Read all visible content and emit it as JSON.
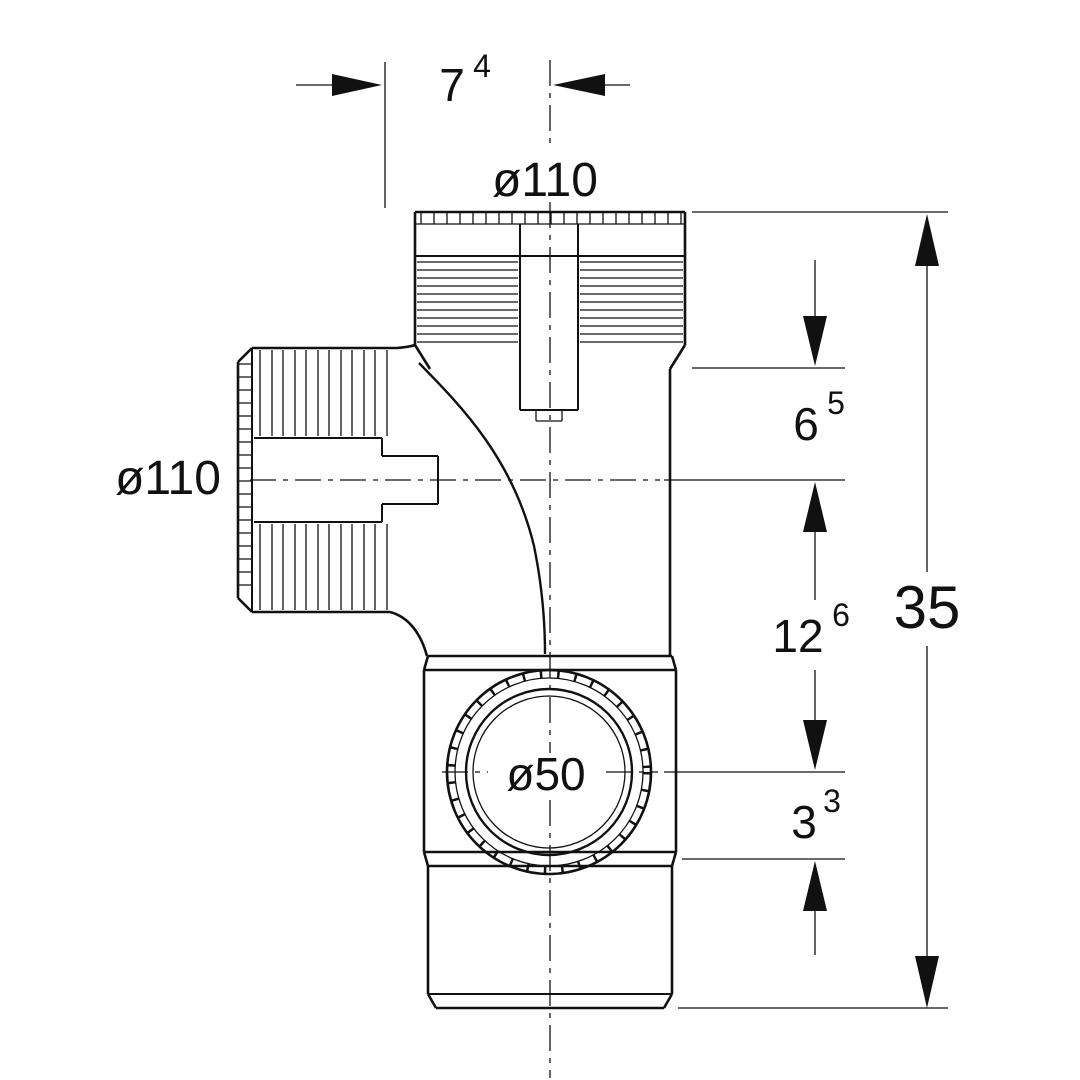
{
  "drawing": {
    "type": "technical-dimension-drawing",
    "subject": "drainage branch pipe fitting",
    "colors": {
      "line": "#111111",
      "background": "#ffffff"
    },
    "labels": {
      "top_width": {
        "base": "7",
        "sup": "4"
      },
      "top_diameter": "ø110",
      "left_diameter": "ø110",
      "port_diameter": "ø50",
      "upper_right": {
        "base": "6",
        "sup": "5"
      },
      "middle_right": {
        "base": "12",
        "sup": "6"
      },
      "lower_right": {
        "base": "3",
        "sup": "3"
      },
      "total_height": "35"
    }
  }
}
